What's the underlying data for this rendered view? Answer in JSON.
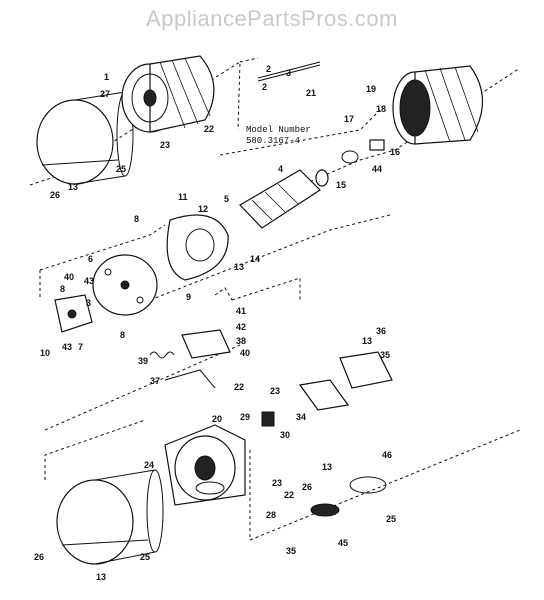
{
  "watermark": "AppliancePartsPros.com",
  "model": {
    "line1": "Model Number",
    "line2": "580.3167-4"
  },
  "callouts": [
    {
      "id": "c1",
      "text": "1"
    },
    {
      "id": "c2",
      "text": "27"
    },
    {
      "id": "c3",
      "text": "2"
    },
    {
      "id": "c4",
      "text": "3"
    },
    {
      "id": "c5",
      "text": "2"
    },
    {
      "id": "c6",
      "text": "21"
    },
    {
      "id": "c7",
      "text": "22"
    },
    {
      "id": "c8",
      "text": "23"
    },
    {
      "id": "c9",
      "text": "25"
    },
    {
      "id": "c10",
      "text": "26"
    },
    {
      "id": "c11",
      "text": "13"
    },
    {
      "id": "c12",
      "text": "19"
    },
    {
      "id": "c13",
      "text": "18"
    },
    {
      "id": "c14",
      "text": "17"
    },
    {
      "id": "c15",
      "text": "16"
    },
    {
      "id": "c16",
      "text": "44"
    },
    {
      "id": "c17",
      "text": "4"
    },
    {
      "id": "c18",
      "text": "15"
    },
    {
      "id": "c19",
      "text": "11"
    },
    {
      "id": "c20",
      "text": "5"
    },
    {
      "id": "c21",
      "text": "12"
    },
    {
      "id": "c22",
      "text": "8"
    },
    {
      "id": "c23",
      "text": "14"
    },
    {
      "id": "c24",
      "text": "13"
    },
    {
      "id": "c25",
      "text": "6"
    },
    {
      "id": "c26",
      "text": "40"
    },
    {
      "id": "c27",
      "text": "43"
    },
    {
      "id": "c28",
      "text": "8"
    },
    {
      "id": "c29",
      "text": "3"
    },
    {
      "id": "c30",
      "text": "9"
    },
    {
      "id": "c31",
      "text": "8"
    },
    {
      "id": "c32",
      "text": "10"
    },
    {
      "id": "c33",
      "text": "43"
    },
    {
      "id": "c34",
      "text": "7"
    },
    {
      "id": "c35",
      "text": "41"
    },
    {
      "id": "c36",
      "text": "42"
    },
    {
      "id": "c37",
      "text": "38"
    },
    {
      "id": "c38",
      "text": "39"
    },
    {
      "id": "c39",
      "text": "40"
    },
    {
      "id": "c40",
      "text": "37"
    },
    {
      "id": "c41",
      "text": "13"
    },
    {
      "id": "c42",
      "text": "36"
    },
    {
      "id": "c43",
      "text": "35"
    },
    {
      "id": "c44",
      "text": "22"
    },
    {
      "id": "c45",
      "text": "23"
    },
    {
      "id": "c46",
      "text": "34"
    },
    {
      "id": "c47",
      "text": "29"
    },
    {
      "id": "c48",
      "text": "30"
    },
    {
      "id": "c49",
      "text": "20"
    },
    {
      "id": "c50",
      "text": "24"
    },
    {
      "id": "c51",
      "text": "23"
    },
    {
      "id": "c52",
      "text": "22"
    },
    {
      "id": "c53",
      "text": "13"
    },
    {
      "id": "c54",
      "text": "46"
    },
    {
      "id": "c55",
      "text": "26"
    },
    {
      "id": "c56",
      "text": "28"
    },
    {
      "id": "c57",
      "text": "45"
    },
    {
      "id": "c58",
      "text": "25"
    },
    {
      "id": "c59",
      "text": "35"
    },
    {
      "id": "c60",
      "text": "26"
    },
    {
      "id": "c61",
      "text": "25"
    },
    {
      "id": "c62",
      "text": "13"
    }
  ]
}
